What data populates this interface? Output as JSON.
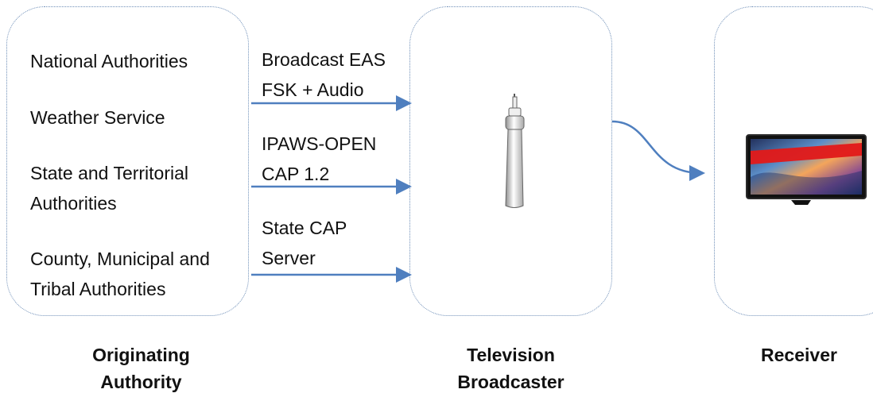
{
  "sources": [
    "National Authorities",
    "Weather Service",
    "State and Territorial\nAuthorities",
    "County, Municipal and\nTribal Authorities"
  ],
  "paths": [
    "Broadcast EAS\nFSK + Audio",
    "IPAWS-OPEN\nCAP 1.2",
    "State CAP\nServer"
  ],
  "titles": {
    "origin": "Originating\nAuthority",
    "broadcaster": "Television\nBroadcaster",
    "receiver": "Receiver"
  },
  "colors": {
    "arrow": "#4f7fbf",
    "panel_border": "#6f8fb8",
    "tv_banner": "#e11a1a"
  }
}
